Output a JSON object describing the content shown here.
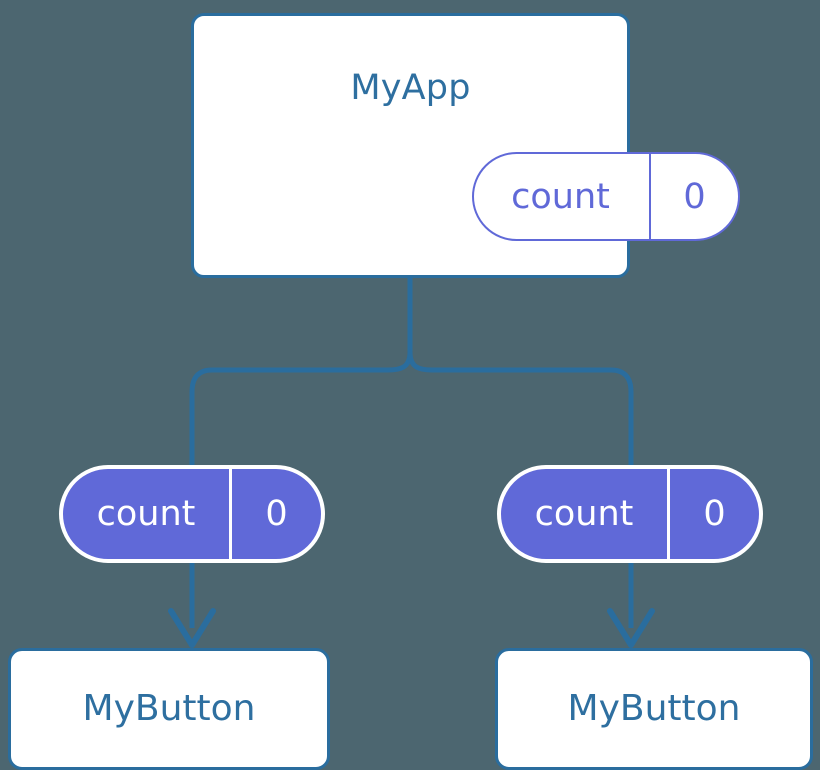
{
  "diagram": {
    "title": "MyApp component tree with count state",
    "background_color": "#4c6670",
    "accent_blue": "#2a6d9e",
    "text_blue": "#2e6fa0",
    "state_purple": "#6069d8",
    "node_white": "#ffffff"
  },
  "root": {
    "name": "MyApp",
    "state": {
      "key": "count",
      "value": "0"
    }
  },
  "children": [
    {
      "state": {
        "key": "count",
        "value": "0"
      },
      "component": "MyButton"
    },
    {
      "state": {
        "key": "count",
        "value": "0"
      },
      "component": "MyButton"
    }
  ],
  "connectors": {
    "trunk_label": "root-to-branch-trunk",
    "branch_label": "branch-split-bar",
    "arrow_label": "state-to-component-arrow"
  }
}
